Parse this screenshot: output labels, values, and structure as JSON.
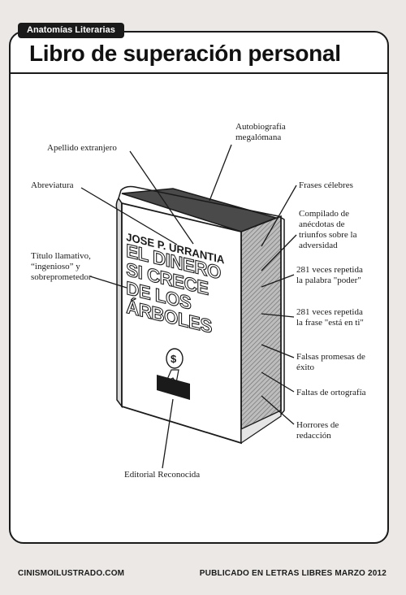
{
  "series_tag": "Anatomías Literarias",
  "title": "Libro de superación personal",
  "book": {
    "author": "JOSE P. URRANTIA",
    "title_lines": [
      "EL DINERO",
      "SI CRECE",
      "DE LOS",
      "ÁRBOLES"
    ],
    "emblem": "$"
  },
  "labels": {
    "autobiografia": [
      "Autobiografía",
      "megalómana"
    ],
    "apellido": [
      "Apellido extranjero"
    ],
    "abreviatura": [
      "Abreviatura"
    ],
    "frases": [
      "Frases célebres"
    ],
    "compilado": [
      "Compilado de",
      "anécdotas de",
      "triunfos sobre la",
      "adversidad"
    ],
    "titulo": [
      "Título llamativo,",
      "“ingenioso” y",
      "sobreprometedor"
    ],
    "poder": [
      "281 veces repetida",
      "la palabra \"poder\""
    ],
    "estaenti": [
      "281 veces repetida",
      "la frase \"está en ti\""
    ],
    "promesas": [
      "Falsas promesas de",
      "éxito"
    ],
    "ortografia": [
      "Faltas de ortografía"
    ],
    "redaccion": [
      "Horrores de",
      "redacción"
    ],
    "editorial": [
      "Editorial Reconocida"
    ]
  },
  "footer": {
    "left": "CINISMOILUSTRADO.COM",
    "right": "PUBLICADO EN LETRAS LIBRES MARZO 2012"
  },
  "colors": {
    "background": "#ebe8e5",
    "ink": "#1a1a1a",
    "panel": "#ffffff"
  }
}
